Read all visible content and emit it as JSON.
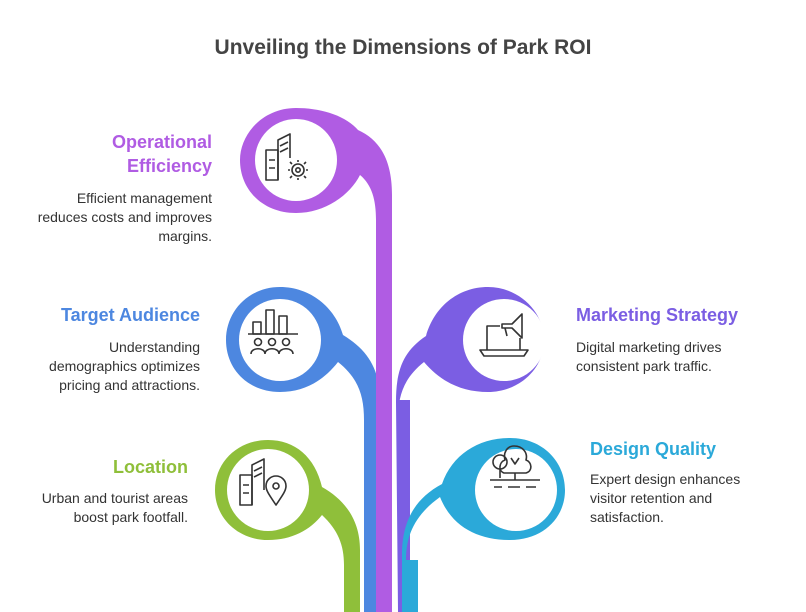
{
  "title": "Unveiling the Dimensions of Park ROI",
  "items": [
    {
      "id": "operational-efficiency",
      "heading": "Operational\nEfficiency",
      "description": "Efficient management\nreduces costs and improves\nmargins.",
      "color": "#b05ce3",
      "icon": "buildings-gear-icon"
    },
    {
      "id": "target-audience",
      "heading": "Target Audience",
      "description": "Understanding\ndemographics optimizes\npricing and attractions.",
      "color": "#4d87e0",
      "icon": "audience-chart-icon"
    },
    {
      "id": "marketing-strategy",
      "heading": "Marketing Strategy",
      "description": "Digital marketing drives\nconsistent park traffic.",
      "color": "#7b5ee3",
      "icon": "laptop-megaphone-icon"
    },
    {
      "id": "location",
      "heading": "Location",
      "description": "Urban and tourist areas\nboost park footfall.",
      "color": "#8fbf3a",
      "icon": "buildings-pin-icon"
    },
    {
      "id": "design-quality",
      "heading": "Design Quality",
      "description": "Expert design enhances\nvisitor retention and\nsatisfaction.",
      "color": "#2ba9d9",
      "icon": "trees-icon"
    }
  ]
}
